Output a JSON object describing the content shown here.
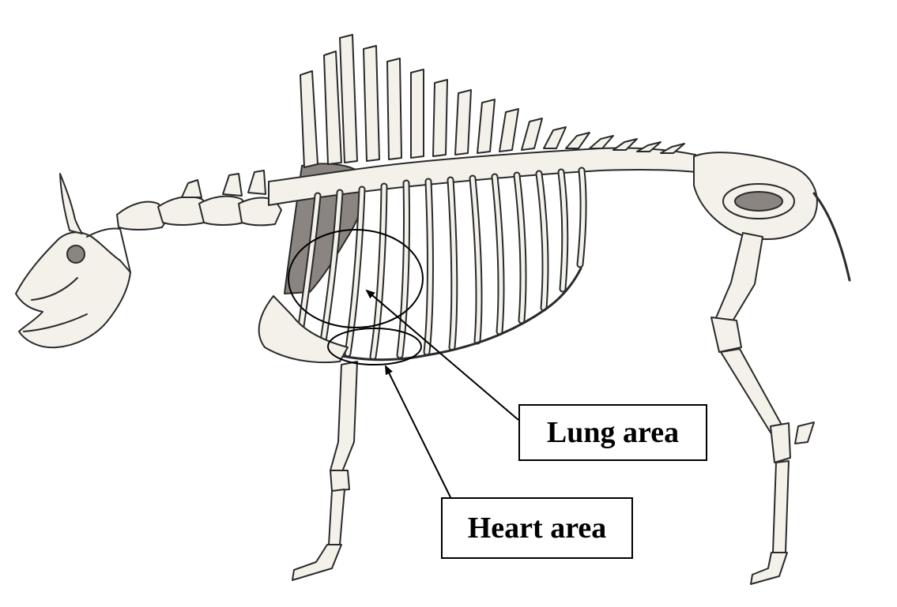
{
  "figure": {
    "subject": "skeleton-illustration",
    "colors": {
      "bone": "#f4f1ea",
      "outline": "#2a2a2a",
      "shade": "#8a8580",
      "annotation": "#000000"
    }
  },
  "annotations": [
    {
      "id": "lung",
      "label": "Lung area",
      "marker": "ellipse"
    },
    {
      "id": "heart",
      "label": "Heart area",
      "marker": "ellipse"
    }
  ]
}
